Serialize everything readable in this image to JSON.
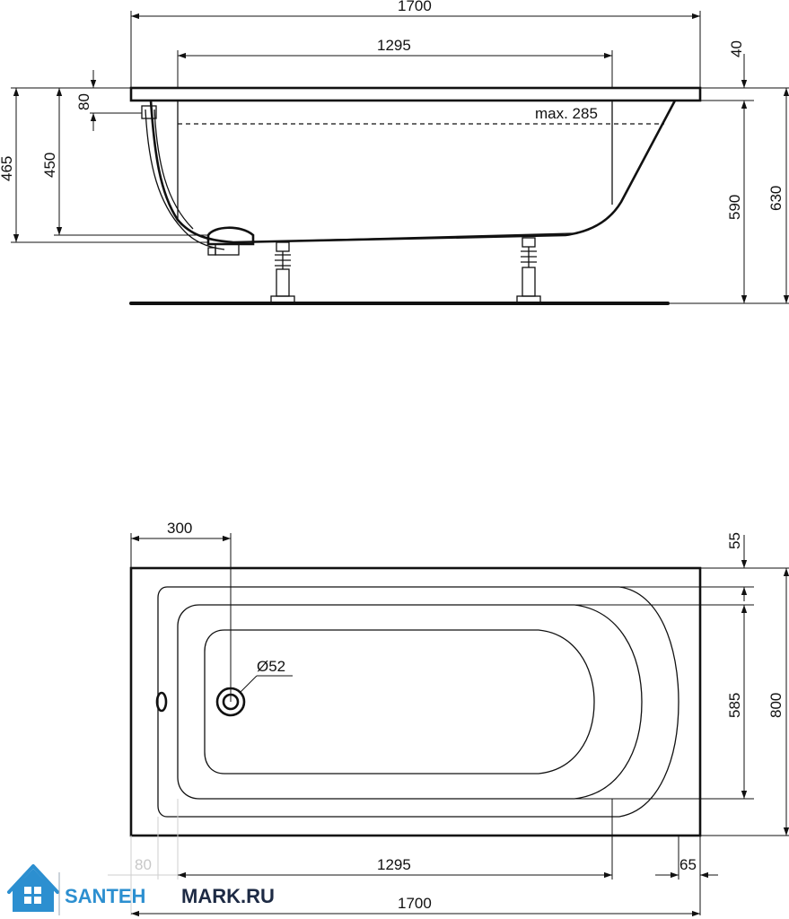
{
  "side_view": {
    "overall_length": "1700",
    "inner_length": "1295",
    "rim_thickness": "40",
    "overflow_offset": "80",
    "height_total_left": "465",
    "height_bottom_left": "450",
    "water_level": "max. 285",
    "depth": "590",
    "total_height": "630"
  },
  "top_view": {
    "drain_offset": "300",
    "rim_top": "55",
    "drain_diameter": "Ø52",
    "inner_width": "585",
    "overall_width": "800",
    "end_offset_left": "80",
    "inner_length": "1295",
    "end_offset_right": "65",
    "overall_length": "1700"
  },
  "watermark": {
    "brand_part1": "SANTEH",
    "brand_part2": "MARK.RU",
    "colors": {
      "primary": "#2c8fd0",
      "dark": "#1d2a44"
    }
  }
}
